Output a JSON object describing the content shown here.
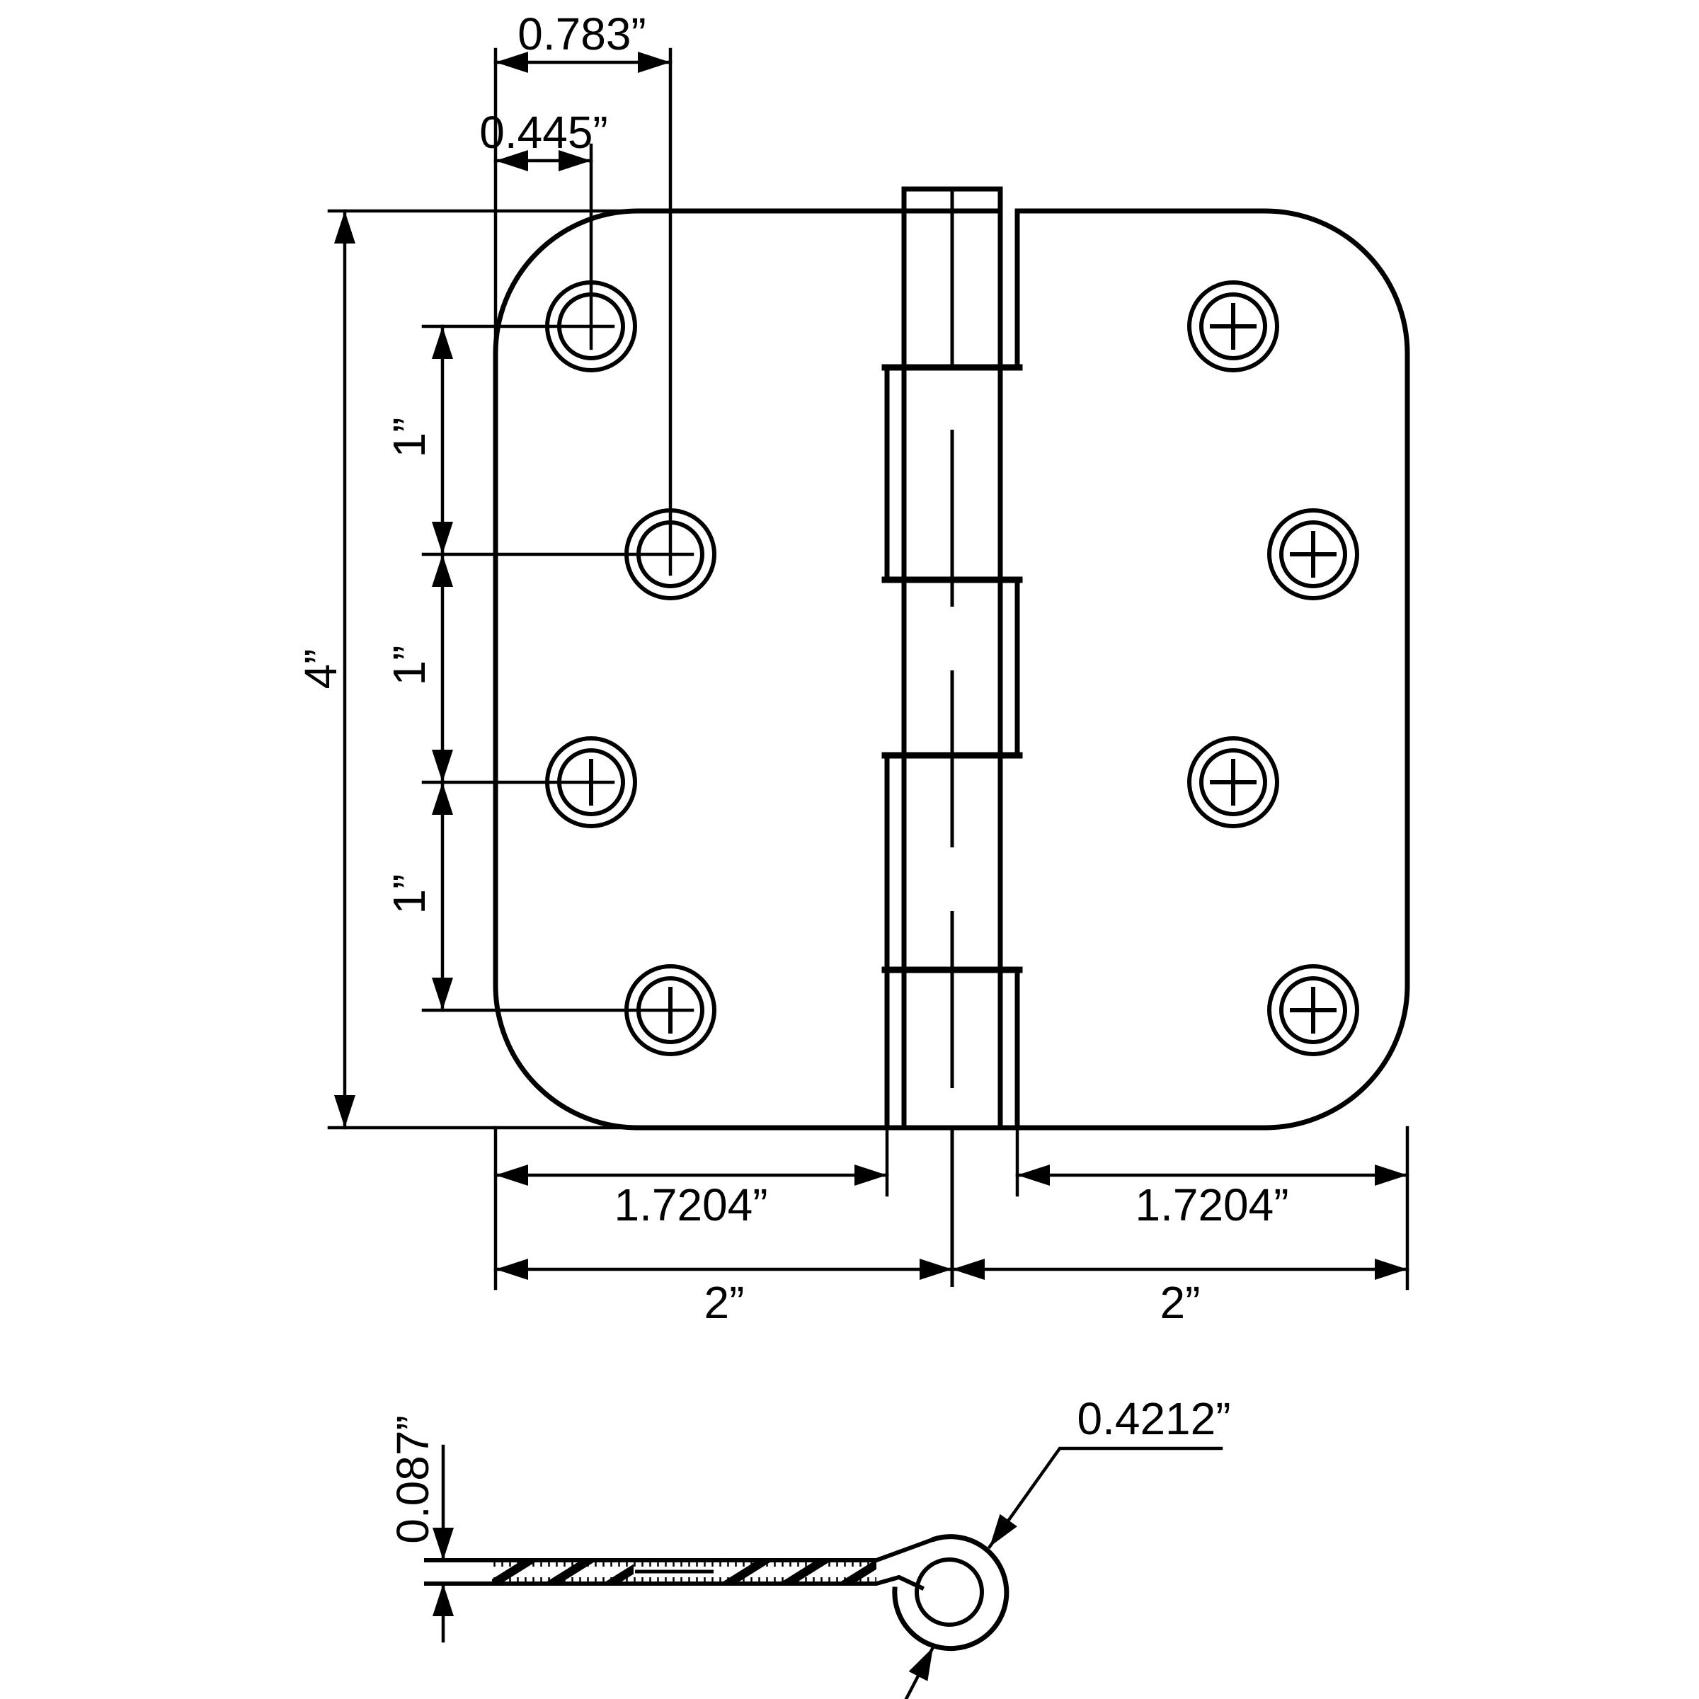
{
  "page": {
    "background": "#ffffff",
    "ink": "#000000",
    "kind": "hinge technical drawing"
  },
  "front_view": {
    "label": "hinge front view",
    "dims": {
      "hole2_offset": "0.783”",
      "hole1_offset": "0.445”",
      "height": "4”",
      "pitch1": "1”",
      "pitch2": "1”",
      "pitch3": "1”",
      "leaf_left": "1.7204”",
      "leaf_right": "1.7204”",
      "half_left": "2”",
      "half_right": "2”"
    }
  },
  "section_view": {
    "label": "hinge cross-section view",
    "dims": {
      "thickness": "0.087”",
      "knuckle_od": "0.4212”"
    }
  }
}
